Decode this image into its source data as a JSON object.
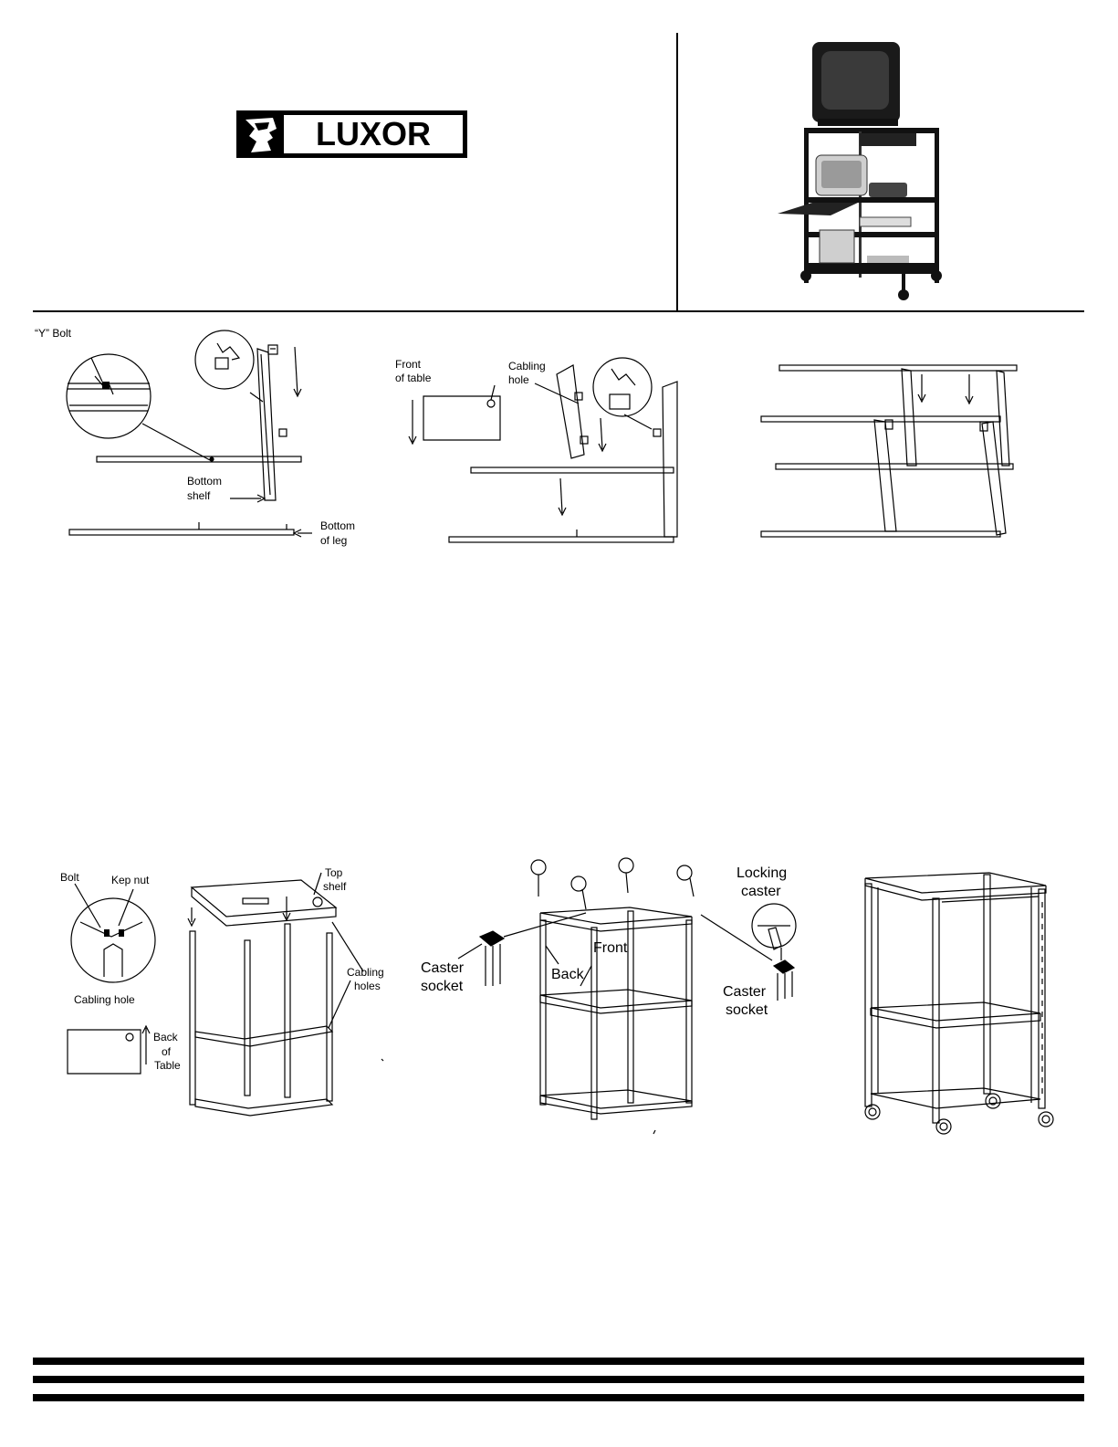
{
  "header": {
    "brand": "LUXOR"
  },
  "step1": {
    "y_bolt": "“Y” Bolt",
    "bottom_shelf": [
      "Bottom",
      "shelf"
    ],
    "bottom_of_leg": [
      "Bottom",
      "of leg"
    ]
  },
  "step2": {
    "front_of_table": [
      "Front",
      "of table"
    ],
    "cabling_hole": [
      "Cabling",
      "hole"
    ]
  },
  "step4": {
    "bolt": "Bolt",
    "kep_nut": "Kep nut",
    "cabling_hole": "Cabling hole",
    "back_of_table": [
      "Back",
      "of",
      "Table"
    ],
    "top_shelf": [
      "Top",
      "shelf"
    ],
    "cabling_holes": [
      "Cabling",
      "holes"
    ]
  },
  "step5": {
    "locking_caster": [
      "Locking",
      "caster"
    ],
    "caster_socket_left": [
      "Caster",
      "socket"
    ],
    "caster_socket_right": [
      "Caster",
      "socket"
    ],
    "front": "Front",
    "back": "Back"
  }
}
